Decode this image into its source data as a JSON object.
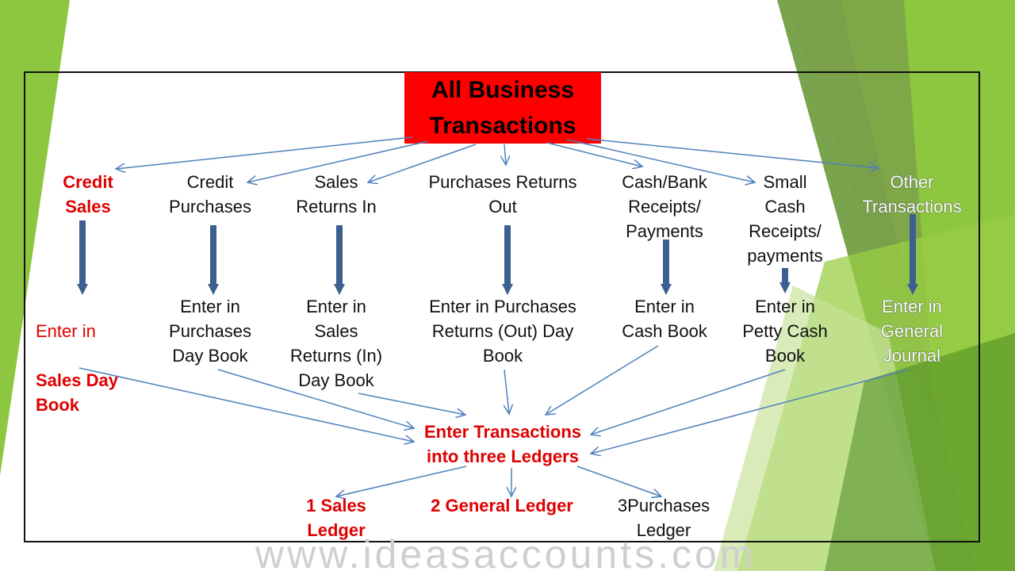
{
  "title": [
    "All Business",
    "Transactions"
  ],
  "categories": [
    {
      "id": "credit-sales",
      "label": "Credit\nSales",
      "style": "red"
    },
    {
      "id": "credit-purchases",
      "label": "Credit\nPurchases",
      "style": "plain"
    },
    {
      "id": "sales-returns-in",
      "label": "Sales\nReturns In",
      "style": "plain"
    },
    {
      "id": "purchases-returns-out",
      "label": "Purchases Returns\nOut",
      "style": "plain"
    },
    {
      "id": "cash-bank",
      "label": "Cash/Bank\nReceipts/\nPayments",
      "style": "plain"
    },
    {
      "id": "small-cash",
      "label": "Small\nCash\nReceipts/\npayments",
      "style": "plain"
    },
    {
      "id": "other",
      "label": "Other\nTransactions",
      "style": "faint"
    }
  ],
  "books": [
    {
      "id": "sales-day-book",
      "prefix": "Enter in",
      "bold": "Sales Day\nBook",
      "style": "mixed"
    },
    {
      "id": "purchases-day-book",
      "label": "Enter in\nPurchases\nDay Book",
      "style": "plain"
    },
    {
      "id": "sales-returns-day-book",
      "label": "Enter in\nSales\nReturns (In)\nDay Book",
      "style": "plain"
    },
    {
      "id": "purchases-returns-day-book",
      "label": "Enter in Purchases\nReturns (Out) Day\nBook",
      "style": "plain"
    },
    {
      "id": "cash-book",
      "label": "Enter in\nCash Book",
      "style": "plain"
    },
    {
      "id": "petty-cash-book",
      "label": "Enter in\nPetty Cash\nBook",
      "style": "plain"
    },
    {
      "id": "general-journal",
      "label": "Enter in\nGeneral\nJournal",
      "style": "faint"
    }
  ],
  "center": "Enter Transactions\ninto three Ledgers",
  "ledgers": [
    {
      "id": "sales-ledger",
      "label": "1 Sales\nLedger",
      "style": "red"
    },
    {
      "id": "general-ledger",
      "label": "2 General Ledger",
      "style": "red"
    },
    {
      "id": "purchases-ledger",
      "label": "3Purchases\nLedger",
      "style": "plain"
    }
  ],
  "watermark": "www.ideasaccounts.com",
  "colors": {
    "title_bg": "#ff0000",
    "accent_red": "#e00000",
    "arrow_blue": "#4f81bd",
    "thick_arrow": "#3d5f8f",
    "green_dark": "#5a8a2a",
    "green_light": "#8dc63f"
  }
}
